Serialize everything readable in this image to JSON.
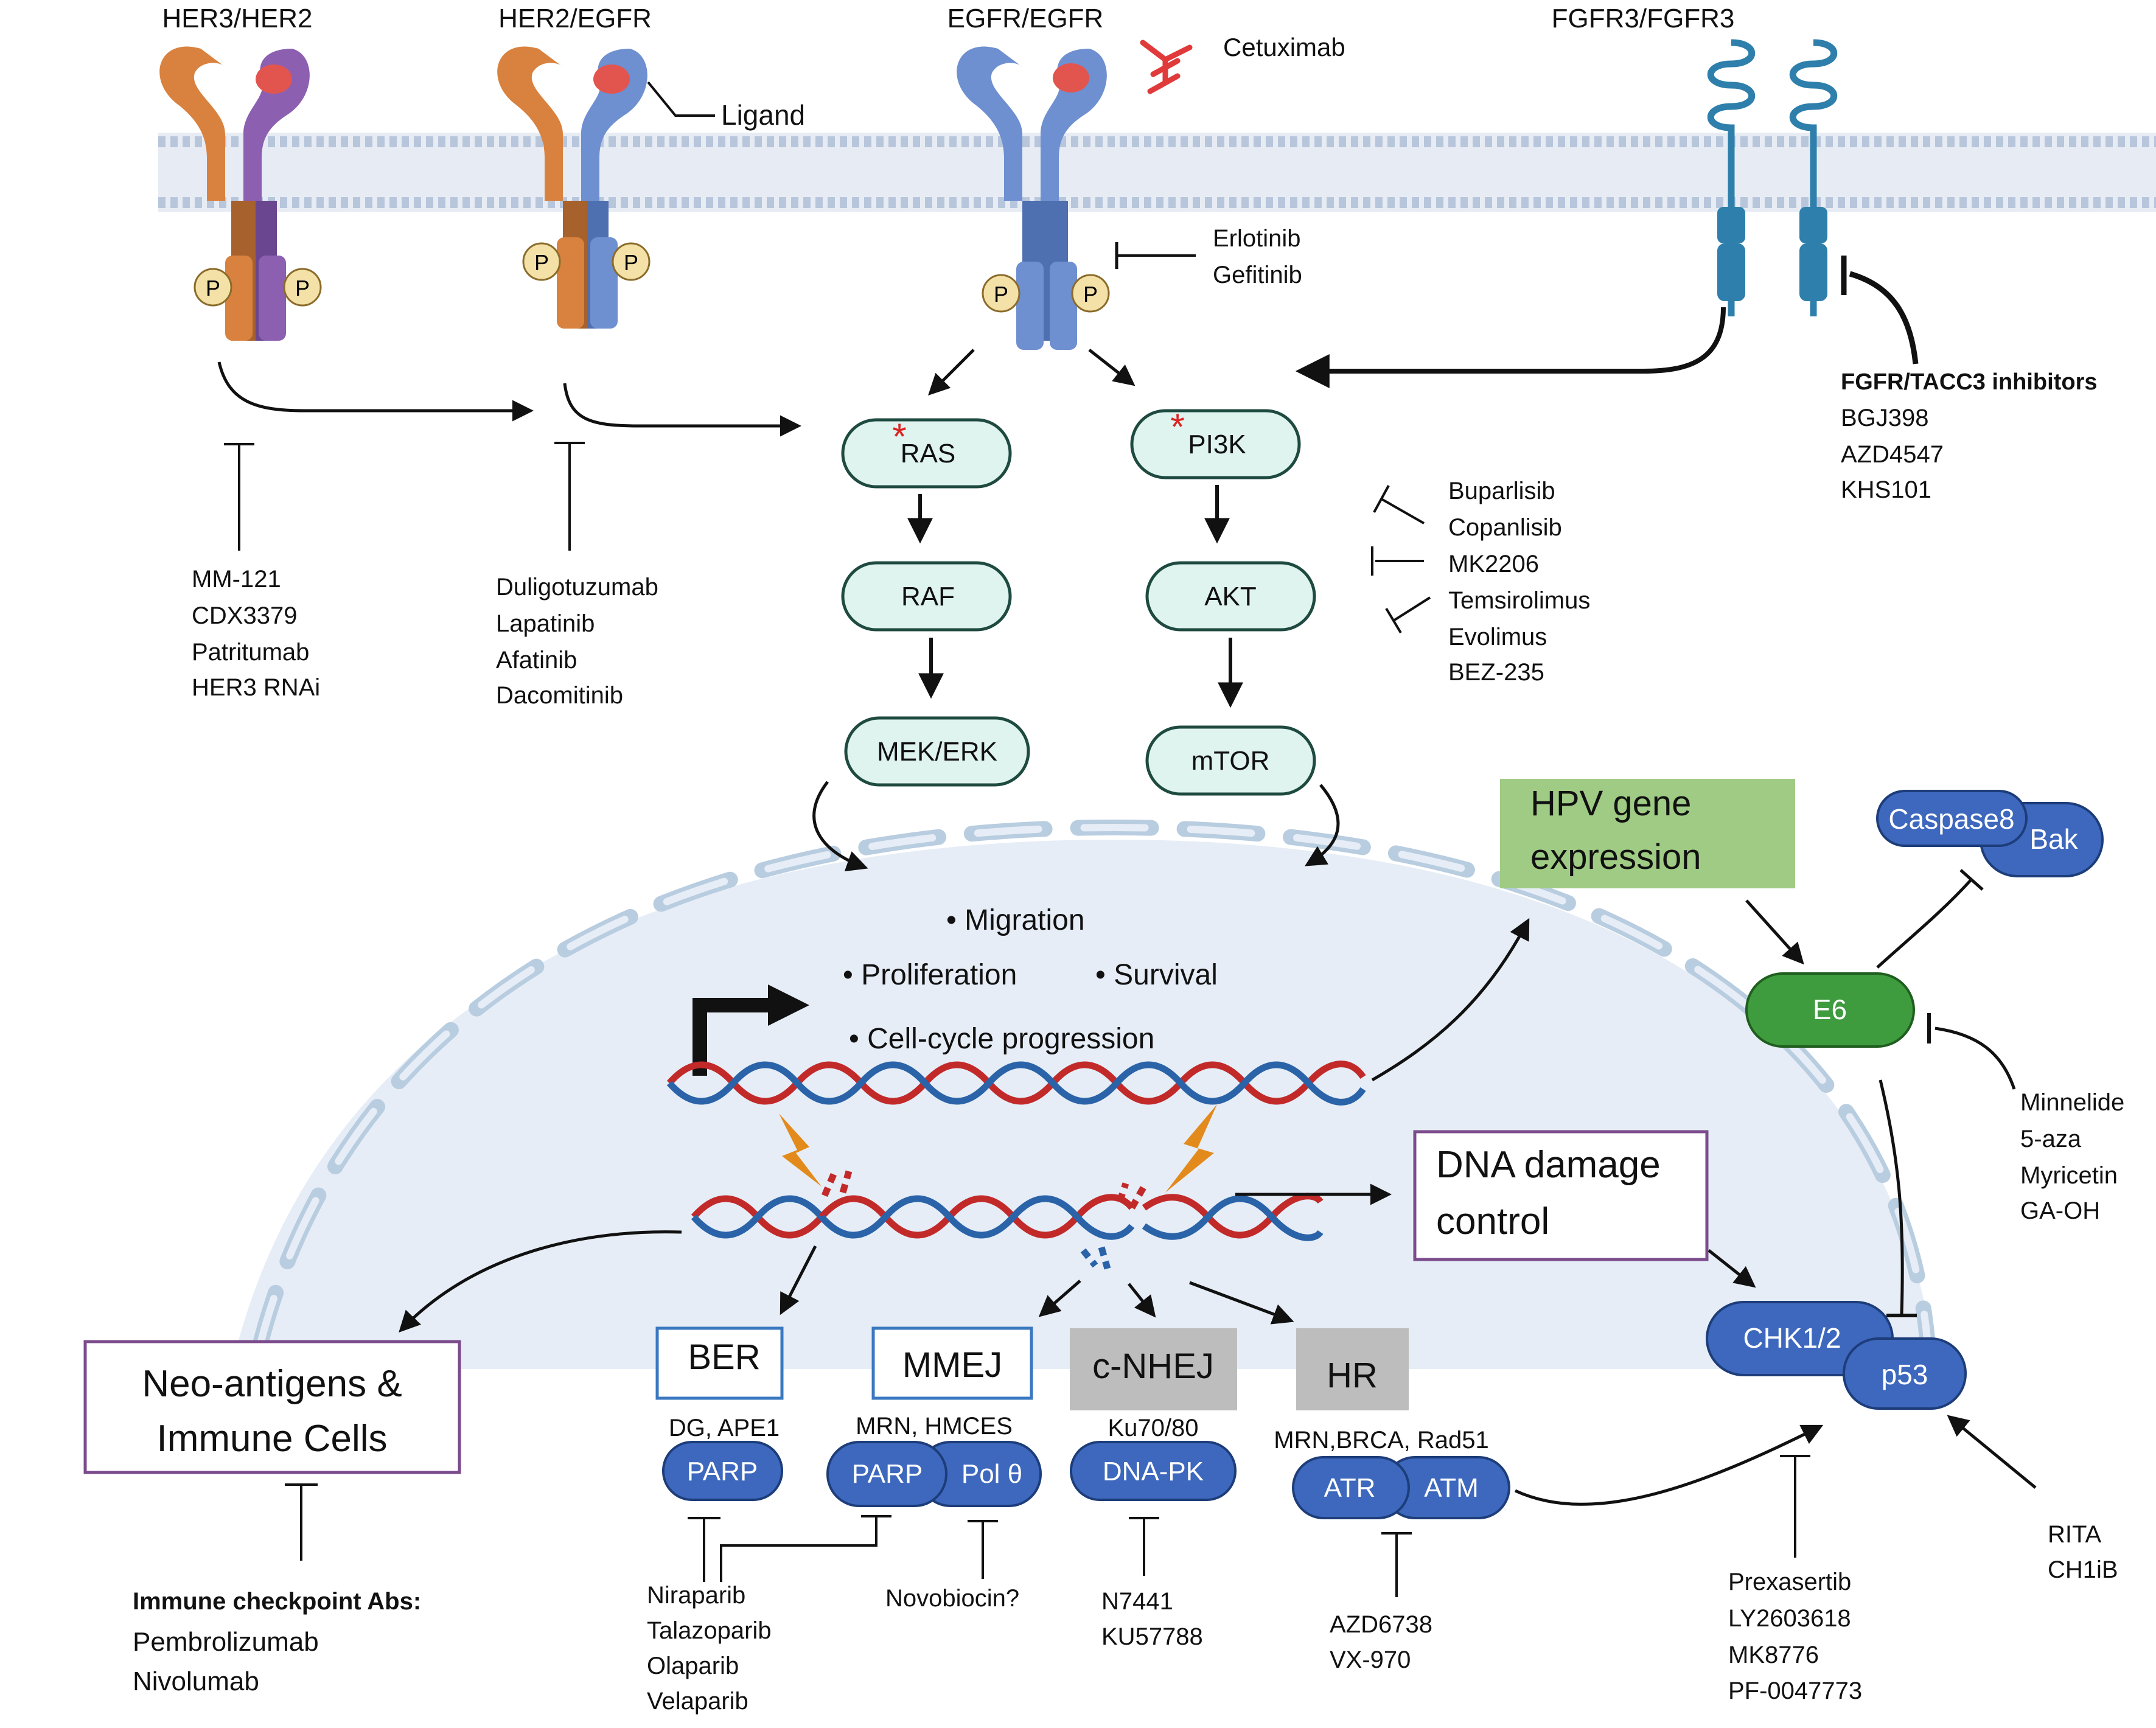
{
  "receptors": {
    "her3_her2": "HER3/HER2",
    "her2_egfr": "HER2/EGFR",
    "egfr_egfr": "EGFR/EGFR",
    "fgfr3_fgfr3": "FGFR3/FGFR3"
  },
  "phospho_label": "P",
  "ligand_label": "Ligand",
  "cetuximab_label": "Cetuximab",
  "egfr_tki": [
    "Erlotinib",
    "Gefitinib"
  ],
  "fgfr_inhibitors": {
    "heading": "FGFR/TACC3 inhibitors",
    "drugs": [
      "BGJ398",
      "AZD4547",
      "KHS101"
    ]
  },
  "her3_drugs": [
    "MM-121",
    "CDX3379",
    "Patritumab",
    "HER3 RNAi"
  ],
  "her2_drugs": [
    "Duligotuzumab",
    "Lapatinib",
    "Afatinib",
    "Dacomitinib"
  ],
  "pi3k_drugs": [
    "Buparlisib",
    "Copanlisib",
    "MK2206",
    "Temsirolimus",
    "Evolimus",
    "BEZ-235"
  ],
  "ras_pathway": [
    "RAS",
    "RAF",
    "MEK/ERK"
  ],
  "pi3k_pathway": [
    "PI3K",
    "AKT",
    "mTOR"
  ],
  "mutation_marker": "*",
  "outcomes": {
    "migration": "Migration",
    "proliferation": "Proliferation",
    "survival": "Survival",
    "cell_cycle": "Cell-cycle progression"
  },
  "hpv_box": [
    "HPV gene",
    "expression"
  ],
  "dna_damage_box": [
    "DNA damage",
    "control"
  ],
  "apoptosis": {
    "caspase8": "Caspase8",
    "bak": "Bak"
  },
  "e6_label": "E6",
  "e6_drugs": [
    "Minnelide",
    "5-aza",
    "Myricetin",
    "GA-OH"
  ],
  "checkpoint": {
    "chk": "CHK1/2",
    "p53": "p53"
  },
  "p53_activators": [
    "RITA",
    "CH1iB"
  ],
  "chk_drugs": [
    "Prexasertib",
    "LY2603618",
    "MK8776",
    "PF-0047773"
  ],
  "neo_antigens": [
    "Neo-antigens &",
    "Immune Cells"
  ],
  "immune_checkpoint": {
    "heading": "Immune checkpoint Abs:",
    "drugs": [
      "Pembrolizumab",
      "Nivolumab"
    ]
  },
  "repair": {
    "ber": {
      "name": "BER",
      "factors": "DG, APE1",
      "enzyme": "PARP"
    },
    "mmej": {
      "name": "MMEJ",
      "factors": "MRN, HMCES",
      "enzymes": [
        "PARP",
        "Pol θ"
      ]
    },
    "cnhej": {
      "name": "c-NHEJ",
      "factors": "Ku70/80",
      "enzyme": "DNA-PK"
    },
    "hr": {
      "name": "HR",
      "factors": "MRN,BRCA, Rad51",
      "enzymes": [
        "ATR",
        "ATM"
      ]
    }
  },
  "parp_inhibitors": [
    "Niraparib",
    "Talazoparib",
    "Olaparib",
    "Velaparib"
  ],
  "polq_inhibitor": "Novobiocin?",
  "dnapk_inhibitors": [
    "N7441",
    "KU57788"
  ],
  "atr_inhibitors": [
    "AZD6738",
    "VX-970"
  ],
  "colors": {
    "her3": "#d9823f",
    "her2_purple": "#8c5fb0",
    "egfr_blue": "#6e8fd0",
    "fgfr_blue": "#2e7fab",
    "membrane": "#b8c6dc",
    "pathway_fill": "#dff3ef",
    "pathway_stroke": "#1e4a40",
    "nucleus": "#e6edf6",
    "hpv_fill": "#9fcb84",
    "e6_fill": "#3e9b3e",
    "repair_blue": "#3d68bd",
    "gray_box": "#bdbdbd",
    "box_purple": "#7b4b8c",
    "box_blue": "#3a78c0",
    "dna_red": "#c22a2a",
    "dna_blue": "#2a63a8",
    "lightning": "#e38a1d",
    "cetuximab": "#e03a3a"
  }
}
